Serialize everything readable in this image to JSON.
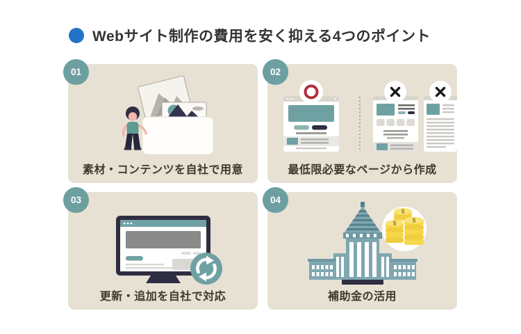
{
  "header": {
    "title": "Webサイト制作の費用を安く抑える4つのポイント"
  },
  "cards": [
    {
      "number": "01",
      "caption": "素材・コンテンツを自社で用意",
      "illustration": "person-preparing-photo-materials-into-folder"
    },
    {
      "number": "02",
      "caption": "最低限必要なページから作成",
      "illustration": "one-page-marked-ok-two-pages-marked-cross",
      "ok_mark": "○",
      "ng_mark": "✕"
    },
    {
      "number": "03",
      "caption": "更新・追加を自社で対応",
      "illustration": "monitor-with-refresh-arrows"
    },
    {
      "number": "04",
      "caption": "補助金の活用",
      "illustration": "government-building-with-coin-stacks",
      "currency_symbol": "$"
    }
  ],
  "colors": {
    "title_bullet_blue": "#2273C8",
    "accent_teal": "#6D9EA0",
    "card_beige": "#E7E1D4",
    "navy": "#2E2D41",
    "ok_red": "#B02E3C",
    "cross_black": "#1A1A1A",
    "coin_yellow": "#F6D84B"
  }
}
